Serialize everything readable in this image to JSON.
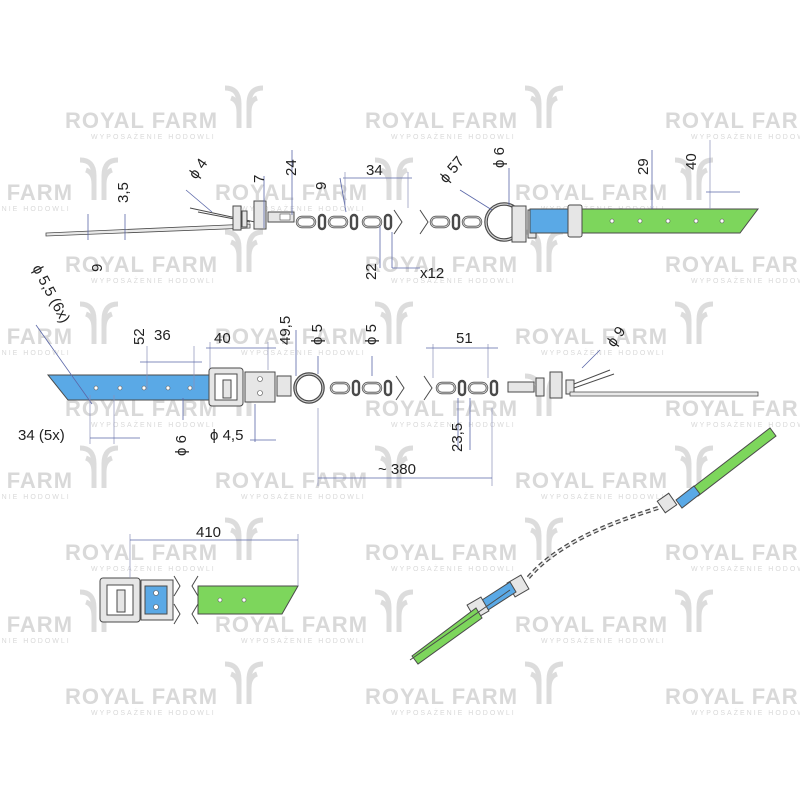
{
  "watermark": {
    "brand": "ROYAL FARM",
    "tagline": "WYPOSAŻENIE HODOWLI"
  },
  "colors": {
    "strap_blue": "#5aa9e6",
    "strap_green": "#7dd65c",
    "dim_line": "#5a67a8",
    "metal": "#e6e6e6"
  },
  "top_view": {
    "dims": {
      "phi4": "ϕ 4",
      "d3_5": "3,5",
      "d9_left": "9",
      "d7": "7",
      "d24": "24",
      "d9_link": "9",
      "d34": "34",
      "d22": "22",
      "x12": "x12",
      "phi57": "ϕ 57",
      "phi6": "ϕ 6",
      "d29": "29",
      "d40": "40"
    }
  },
  "middle_view": {
    "dims": {
      "phi5_5": "ϕ 5,5 (6x)",
      "d52": "52",
      "d36": "36",
      "d40": "40",
      "d49_5": "49,5",
      "phi5_a": "ϕ 5",
      "phi5_b": "ϕ 5",
      "d51": "51",
      "phi9": "ϕ 9",
      "d34_5x": "34  (5x)",
      "phi6": "ϕ 6",
      "phi4_5": "ϕ 4,5",
      "d23_5": "23,5",
      "d380": "~ 380"
    }
  },
  "detail_view": {
    "dims": {
      "d410": "410"
    }
  }
}
